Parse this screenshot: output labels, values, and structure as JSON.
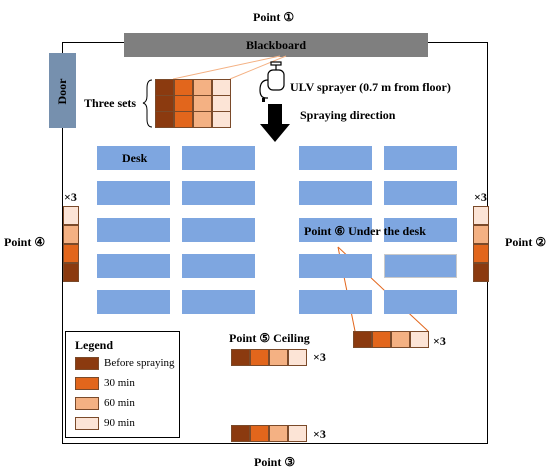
{
  "labels": {
    "point1": "Point ①",
    "point2": "Point ②",
    "point3": "Point ③",
    "point4": "Point ④",
    "point5": "Point ⑤ Ceiling",
    "point6": "Point ⑥ Under the desk",
    "blackboard": "Blackboard",
    "door": "Door",
    "three_sets": "Three sets",
    "sprayer": "ULV sprayer (0.7 m from floor)",
    "spraying_direction": "Spraying direction",
    "desk": "Desk",
    "times3_a": "×3",
    "times3_b": "×3",
    "times3_c": "×3",
    "times3_d": "×3",
    "times3_e": "×3"
  },
  "legend": {
    "title": "Legend",
    "items": [
      {
        "label": "Before spraying",
        "color": "#8B3A0F"
      },
      {
        "label": "30 min",
        "color": "#E2661C"
      },
      {
        "label": "60 min",
        "color": "#F4B183"
      },
      {
        "label": "90 min",
        "color": "#FCE4D6"
      }
    ]
  },
  "colors": {
    "desk": "#7EA6E0",
    "door": "#7690AE",
    "blackboard": "#7F7F7F",
    "connector": "#F4B183"
  },
  "icons": {
    "sprayer": "sprayer-icon",
    "arrow": "down-arrow-icon"
  }
}
